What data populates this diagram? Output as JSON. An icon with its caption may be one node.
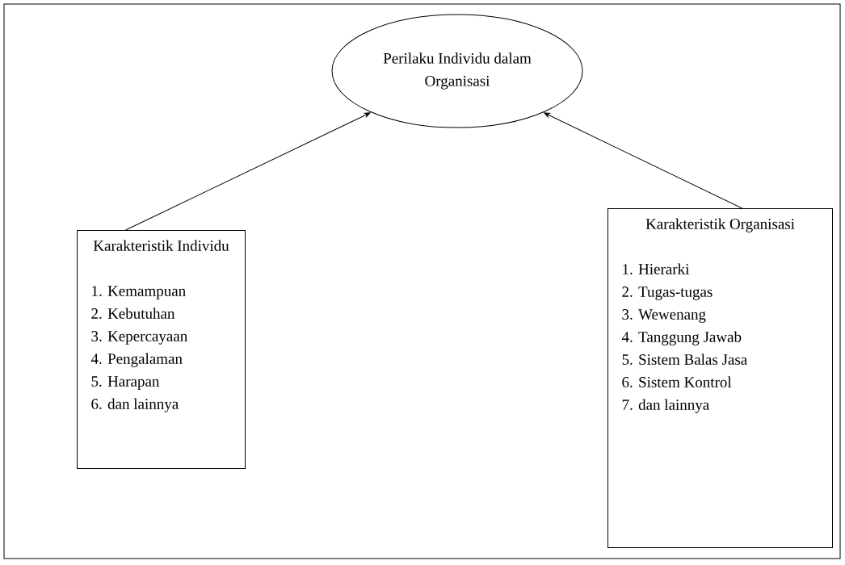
{
  "diagram": {
    "nodes": [
      {
        "text": [
          "Perilaku Individu dalam Organisasi"
        ]
      },
      {
        "text": [
          "Karakteristik Individu",
          "1. Kemampuan",
          "2. Kebutuhan",
          "3. Kepercayaan",
          "4. Pengalaman",
          "5. Harapan",
          "6. dan lainnya"
        ]
      },
      {
        "text": [
          "Karakteristik Organisasi",
          "1. Hierarki",
          "2. Tugas-tugas",
          "3. Wewenang",
          "4. Tanggung Jawab",
          "5. Sistem Balas Jasa",
          "6. Sistem Kontrol",
          "7. dan lainnya"
        ]
      }
    ],
    "edges": [
      {
        "from": 1,
        "to": 0,
        "arrow": "to"
      },
      {
        "from": 2,
        "to": 0,
        "arrow": "to"
      }
    ]
  }
}
